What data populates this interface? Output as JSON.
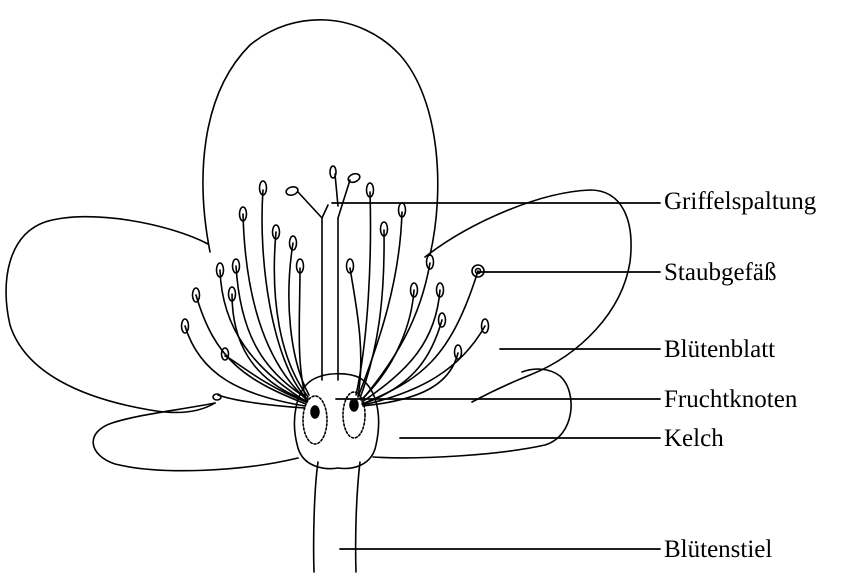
{
  "labels": {
    "griffelspaltung": "Griffelspaltung",
    "staubgefaess": "Staubgefäß",
    "bluetenblatt": "Blütenblatt",
    "fruchtknoten": "Fruchtknoten",
    "kelch": "Kelch",
    "bluetenstiel": "Blütenstiel"
  },
  "colors": {
    "stroke": "#000000",
    "background": "#ffffff"
  }
}
